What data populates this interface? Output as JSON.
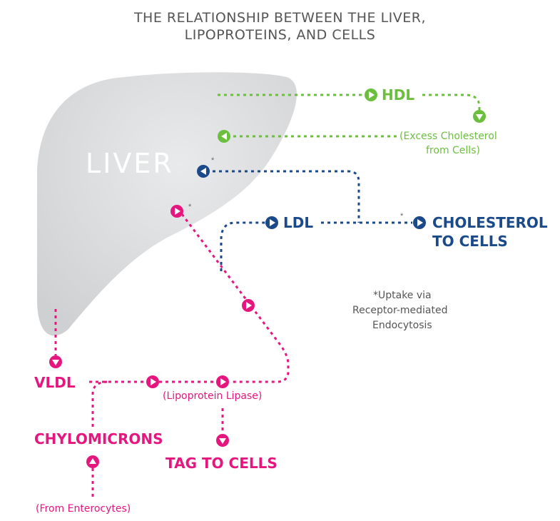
{
  "title": {
    "line1": "THE RELATIONSHIP BETWEEN THE LIVER,",
    "line2": "LIPOPROTEINS, AND CELLS"
  },
  "liver_label": "LIVER",
  "labels": {
    "hdl": "HDL",
    "excess_cholesterol_line1": "(Excess Cholesterol",
    "excess_cholesterol_line2": "from Cells)",
    "ldl": "LDL",
    "cholesterol_to_cells_line1": "CHOLESTEROL",
    "cholesterol_to_cells_line2": "TO CELLS",
    "vldl": "VLDL",
    "lipoprotein_lipase": "(Lipoprotein Lipase)",
    "chylomicrons": "CHYLOMICRONS",
    "tag_to_cells": "TAG TO CELLS",
    "from_enterocytes": "(From Enterocytes)"
  },
  "footnote": {
    "line1": "*Uptake via",
    "line2": "Receptor-mediated",
    "line3": "Endocytosis"
  },
  "asterisk": "*",
  "colors": {
    "hdl_green": "#6cbf3e",
    "ldl_blue": "#1b4a8a",
    "vldl_pink": "#e5177f",
    "liver_gray": "#d9dadb",
    "title_gray": "#555555",
    "footnote_gray": "#555555"
  }
}
